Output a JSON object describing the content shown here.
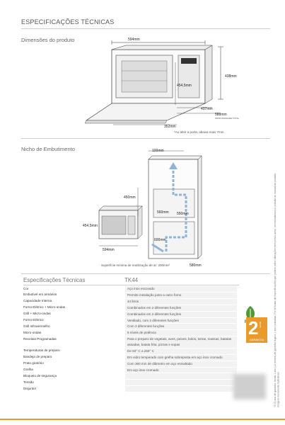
{
  "page": {
    "header": "ESPECIFICAÇÕES TÉCNICAS",
    "section_dimensions": "Dimensões do produto",
    "section_niche": "Nicho de Embutimento",
    "specs_title": "Especificações Técnicas",
    "model": "TK44"
  },
  "dimensions": {
    "width_top": "594mm",
    "height_right": "438mm",
    "height_inner": "454,5mm",
    "depth_a": "437mm",
    "depth_b": "588mm",
    "depth_b_note": "PROFUNDIDADE TOTAL",
    "depth_open": "352mm",
    "note": "*Ao abrir a porta, abaixa mais 7mm"
  },
  "niche": {
    "d100": "100mm",
    "d450": "450mm",
    "d560": "560mm",
    "d550": "550mm",
    "d600": "600mm",
    "d4545": "454,5mm",
    "d594": "594mm",
    "d580": "580mm",
    "airflow": "Superfície mínima de reutilização de ar: 200mm²"
  },
  "specs": [
    {
      "k": "Cor",
      "v": "Aço inox escovado"
    },
    {
      "k": "Embutível em armários",
      "v": "Permite instalação junto a outro forno"
    },
    {
      "k": "Capacidade Interna",
      "v": "44 litros"
    },
    {
      "k": "Forno Elétrico + Micro-ondas",
      "v": "Combinados em 2 diferentes funções"
    },
    {
      "k": "Grill + Micro-ondas",
      "v": "Combinados em 2 diferentes funções"
    },
    {
      "k": "Forno Elétrico",
      "v": "Ventilado, com 2 diferentes funções"
    },
    {
      "k": "Grill Infravermelho",
      "v": "Com 2 diferentes funções"
    },
    {
      "k": "Micro-ondas",
      "v": "5 níveis de potência"
    },
    {
      "k": "Receitas Programadas",
      "v": "Para o preparo de vegetais, aves, peixes, bolos, tortas, massas, batatas assadas, batata frita, pizzas e sopas"
    },
    {
      "k": "Temperaturas de preparo",
      "v": "De 50° C a 250° C"
    },
    {
      "k": "Bandeja de preparo",
      "v": "Em vidro temperado com grelha sobreposta em aço inox cromado"
    },
    {
      "k": "Prato giratório",
      "v": "Com 360 mm de diâmetro em aço esmaltado"
    },
    {
      "k": "Grelha",
      "v": "Em aço inox cromado"
    },
    {
      "k": "Bloqueio de segurança",
      "v": ""
    },
    {
      "k": "Tensão",
      "v": ""
    },
    {
      "k": "Disjuntor",
      "v": ""
    }
  ],
  "badges": {
    "rohs": "RoHS",
    "warranty_num": "2",
    "warranty_unit": "anos",
    "warranty_label": "GARANTIA"
  },
  "sidebar_text": "*2 (2) ano de garantia, sendo 1 ano (12 meses) de garantia legal e 1 ano contratual. Por se tratar de especificações que podem sofrer alterações sem prévio aviso, recomendamos a consulta ao manual do produto. Imagens meramente ilustrativas.",
  "colors": {
    "accent": "#e89a2a",
    "rohs": "#3a7a2a",
    "arrow": "#8fb4d8"
  }
}
